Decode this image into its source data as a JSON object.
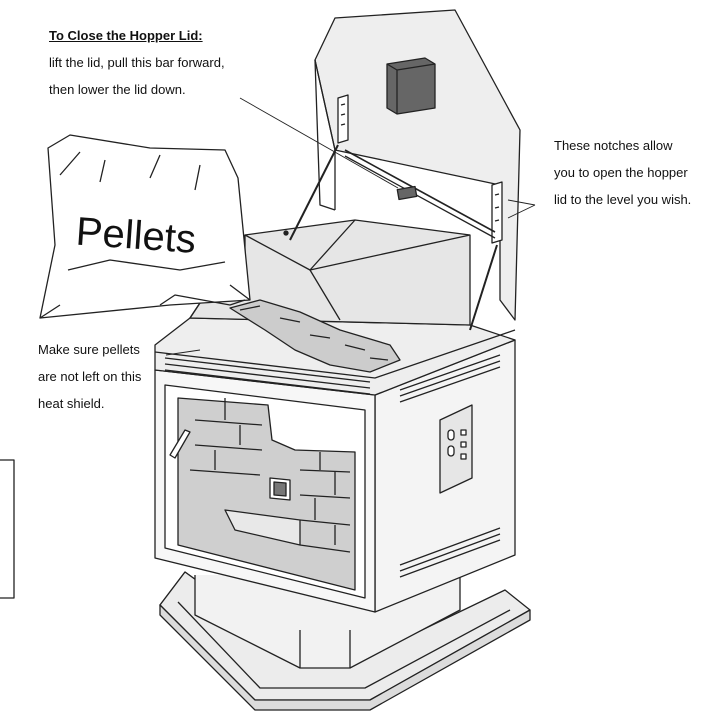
{
  "callouts": {
    "close_lid": {
      "title": "To Close the Hopper Lid:",
      "lines": [
        "lift the lid, pull this bar forward,",
        "then lower the lid down."
      ]
    },
    "notches": {
      "lines": [
        "These notches allow",
        "you to open the hopper",
        "lid to the level you wish."
      ]
    },
    "heat_shield": {
      "lines": [
        "Make sure pellets",
        "are not left on this",
        "heat shield."
      ]
    }
  },
  "pellet_bag": {
    "label": "Pellets"
  }
}
